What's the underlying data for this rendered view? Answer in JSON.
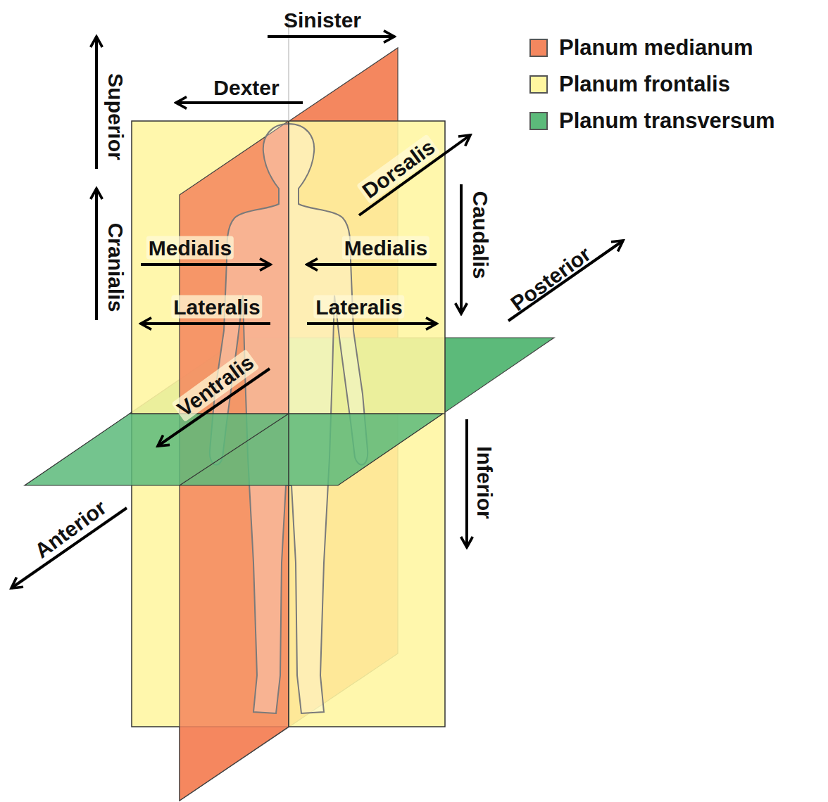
{
  "diagram": {
    "labels": [
      "Sinister",
      "Dexter",
      "Superior",
      "Cranialis",
      "Dorsalis",
      "Caudalis",
      "Posterior",
      "Medialis",
      "Medialis",
      "Lateralis",
      "Lateralis",
      "Ventralis",
      "Anterior",
      "Inferior"
    ],
    "legend": [
      {
        "text": "Planum medianum",
        "color": "#f4875f"
      },
      {
        "text": "Planum frontalis",
        "color": "#fff6a0"
      },
      {
        "text": "Planum transversum",
        "color": "#5cba7a"
      }
    ]
  }
}
